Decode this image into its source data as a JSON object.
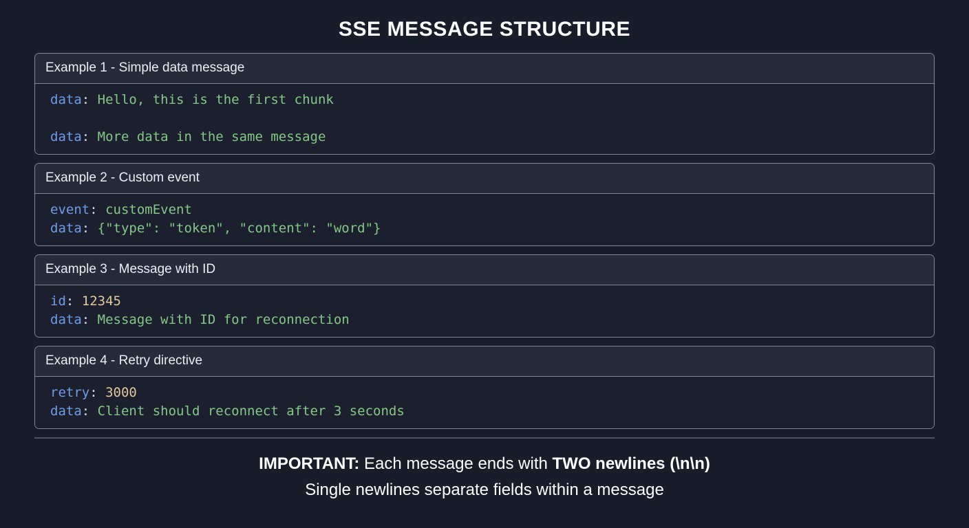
{
  "title": "SSE MESSAGE STRUCTURE",
  "colors": {
    "background": "#191c29",
    "panel_border": "#7e8797",
    "panel_header_bg": "#262b3a",
    "panel_body_bg": "#1b1f2e",
    "field_name": "#6e9ce9",
    "string_value": "#84c887",
    "number_value": "#e2c99c",
    "title_text": "#ffffff"
  },
  "examples": [
    {
      "header": "Example 1 - Simple data message",
      "lines": [
        {
          "field": "data",
          "colon": ":",
          "value": "Hello, this is the first chunk",
          "value_type": "string"
        },
        {
          "blank": true
        },
        {
          "field": "data",
          "colon": ":",
          "value": "More data in the same message",
          "value_type": "string"
        }
      ]
    },
    {
      "header": "Example 2 - Custom event",
      "lines": [
        {
          "field": "event",
          "colon": ":",
          "value": "customEvent",
          "value_type": "string"
        },
        {
          "field": "data",
          "colon": ":",
          "value": "{\"type\": \"token\", \"content\": \"word\"}",
          "value_type": "string"
        }
      ]
    },
    {
      "header": "Example 3 - Message with ID",
      "lines": [
        {
          "field": "id",
          "colon": ":",
          "value": "12345",
          "value_type": "number"
        },
        {
          "field": "data",
          "colon": ":",
          "value": "Message with ID for reconnection",
          "value_type": "string"
        }
      ]
    },
    {
      "header": "Example 4 - Retry directive",
      "lines": [
        {
          "field": "retry",
          "colon": ":",
          "value": "3000",
          "value_type": "number"
        },
        {
          "field": "data",
          "colon": ":",
          "value": "Client should reconnect after 3 seconds",
          "value_type": "string"
        }
      ]
    }
  ],
  "footer": {
    "line1_bold_prefix": "IMPORTANT:",
    "line1_normal": " Each message ends with ",
    "line1_bold_suffix": "TWO newlines (\\n\\n)",
    "line2": "Single newlines separate fields within a message"
  }
}
